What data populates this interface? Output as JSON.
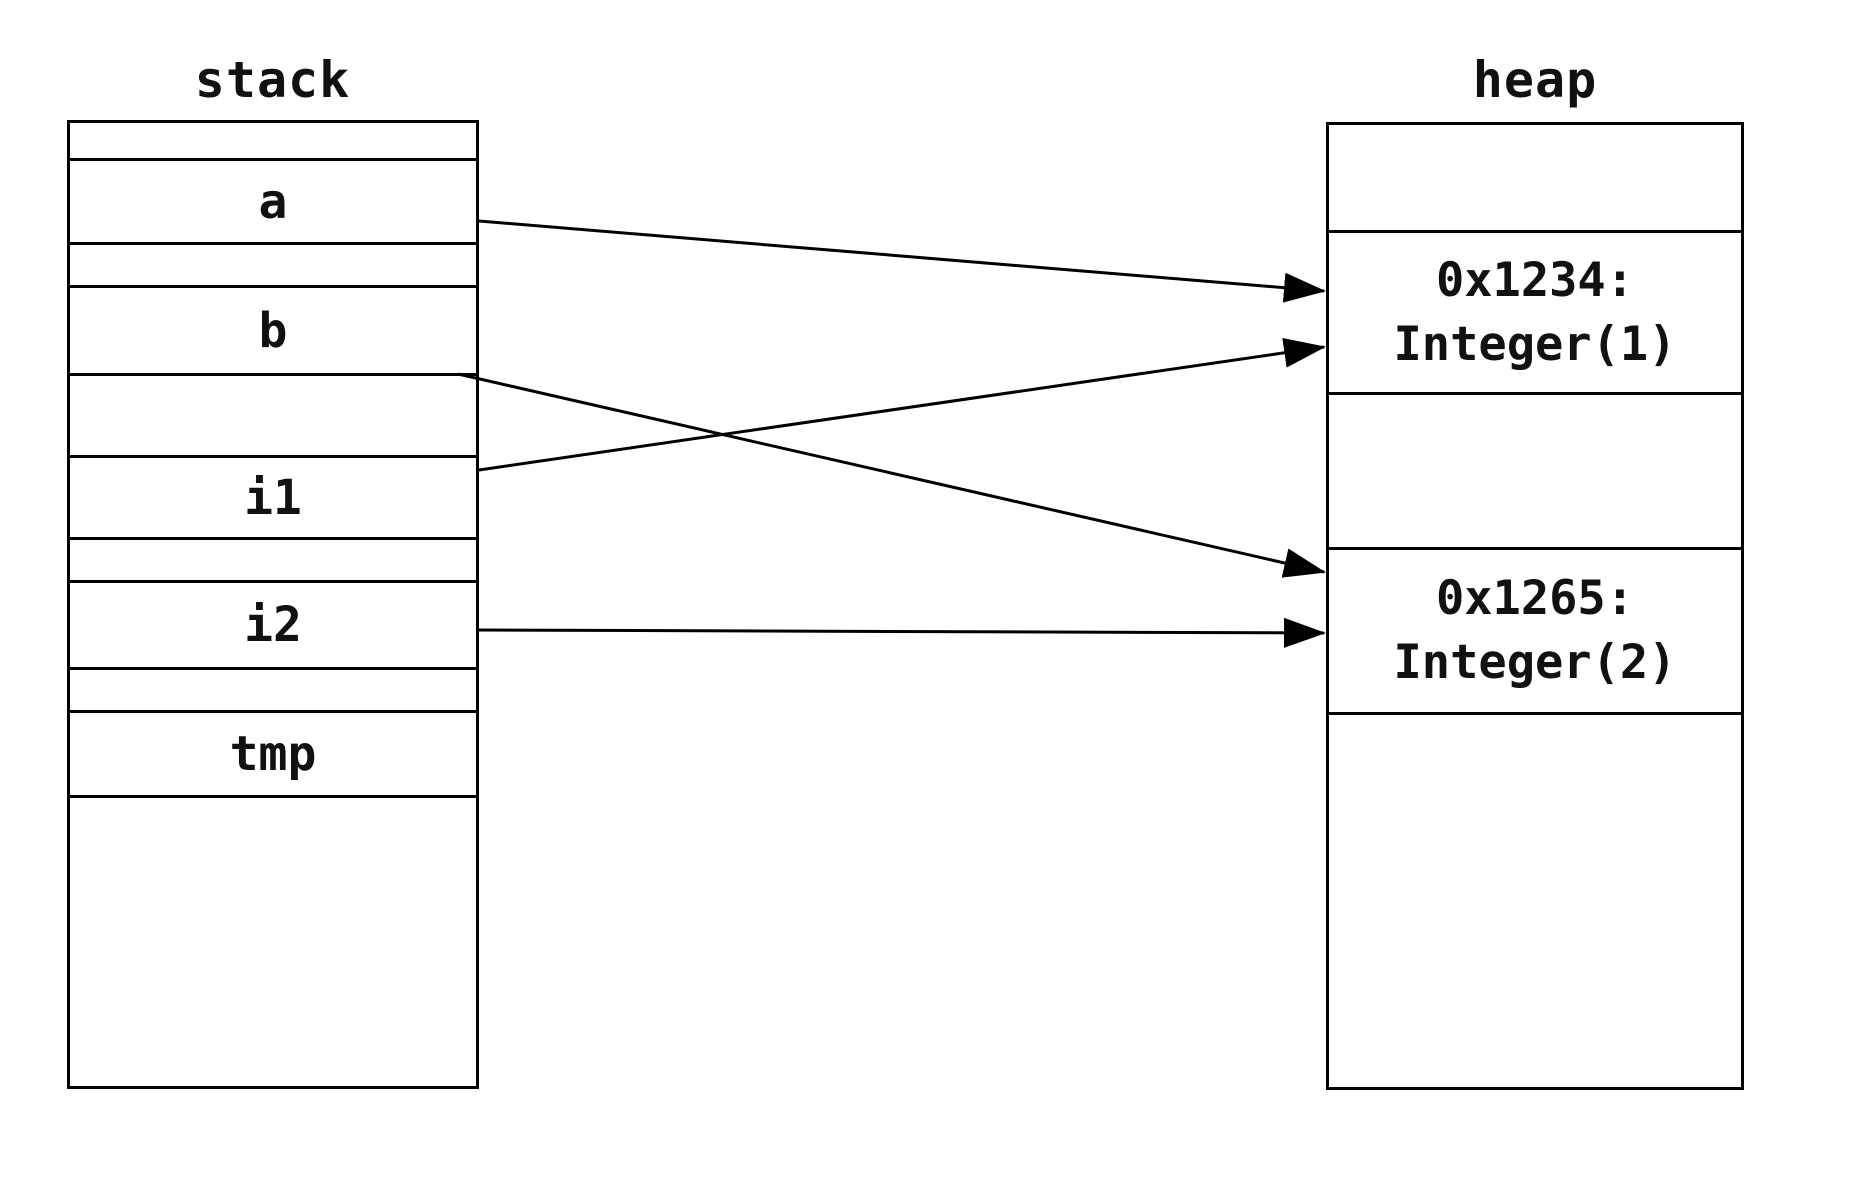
{
  "diagram": {
    "stack": {
      "title": "stack",
      "cells": [
        {
          "label": ""
        },
        {
          "label": "a"
        },
        {
          "label": ""
        },
        {
          "label": "b"
        },
        {
          "label": ""
        },
        {
          "label": "i1"
        },
        {
          "label": ""
        },
        {
          "label": "i2"
        },
        {
          "label": ""
        },
        {
          "label": "tmp"
        },
        {
          "label": ""
        }
      ]
    },
    "heap": {
      "title": "heap",
      "cells": [
        {
          "address": "",
          "value": ""
        },
        {
          "address": "0x1234:",
          "value": "Integer(1)"
        },
        {
          "address": "",
          "value": ""
        },
        {
          "address": "0x1265:",
          "value": "Integer(2)"
        },
        {
          "address": "",
          "value": ""
        }
      ]
    },
    "pointers": [
      {
        "from": "a",
        "to": "0x1234"
      },
      {
        "from": "b",
        "to": "0x1265"
      },
      {
        "from": "i1",
        "to": "0x1234"
      },
      {
        "from": "i2",
        "to": "0x1265"
      }
    ],
    "colors": {
      "stroke": "#000000",
      "background": "#ffffff",
      "text": "#111111"
    }
  }
}
